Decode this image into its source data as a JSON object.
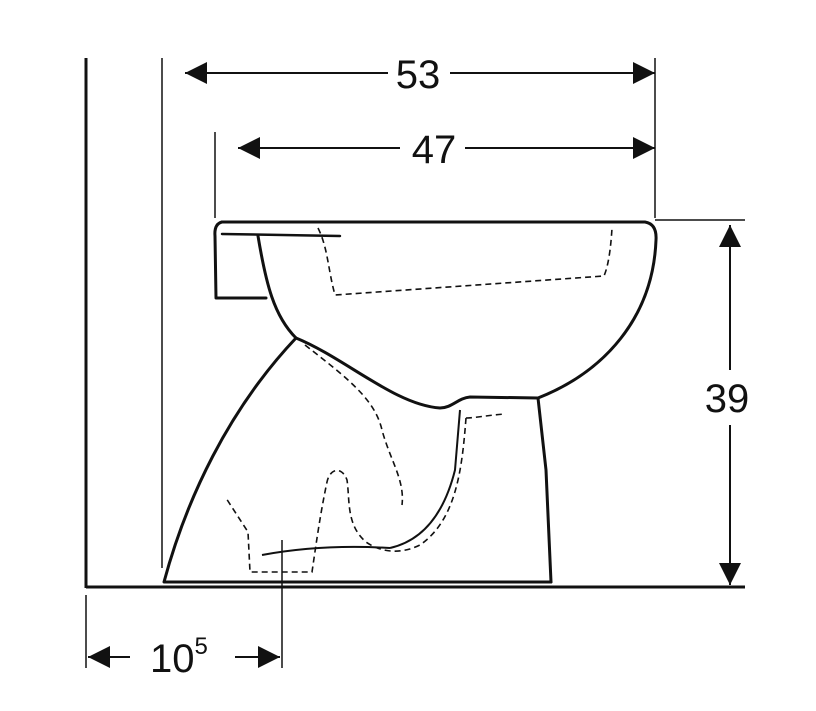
{
  "dimensions": {
    "overall_depth": "53",
    "bowl_depth": "47",
    "height": "39",
    "outlet_offset_base": "10",
    "outlet_offset_sup": "5"
  },
  "colors": {
    "line": "#111111",
    "background": "#ffffff"
  }
}
